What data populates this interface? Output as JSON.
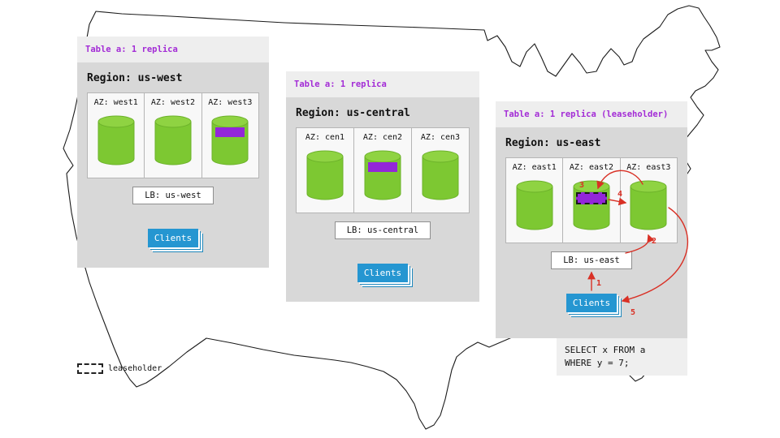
{
  "regions": [
    {
      "table_label": "Table a: 1 replica",
      "region_label": "Region: us-west",
      "azs": [
        {
          "label": "AZ: west1",
          "replica": false
        },
        {
          "label": "AZ: west2",
          "replica": false
        },
        {
          "label": "AZ: west3",
          "replica": true,
          "leaseholder": false
        }
      ],
      "lb_label": "LB: us-west",
      "clients_label": "Clients"
    },
    {
      "table_label": "Table a: 1 replica",
      "region_label": "Region: us-central",
      "azs": [
        {
          "label": "AZ: cen1",
          "replica": false
        },
        {
          "label": "AZ: cen2",
          "replica": true,
          "leaseholder": false
        },
        {
          "label": "AZ: cen3",
          "replica": false
        }
      ],
      "lb_label": "LB: us-central",
      "clients_label": "Clients"
    },
    {
      "table_label": "Table a: 1 replica (leaseholder)",
      "region_label": "Region: us-east",
      "azs": [
        {
          "label": "AZ: east1",
          "replica": false
        },
        {
          "label": "AZ: east2",
          "replica": true,
          "leaseholder": true
        },
        {
          "label": "AZ: east3",
          "replica": false
        }
      ],
      "lb_label": "LB: us-east",
      "clients_label": "Clients"
    }
  ],
  "query_box": {
    "line1": "SELECT x FROM a",
    "line2": "WHERE y = 7;"
  },
  "legend": {
    "label": "leaseholder"
  },
  "flow_steps": {
    "n1": "1",
    "n2": "2",
    "n3": "3",
    "n4": "4",
    "n5": "5"
  },
  "colors": {
    "region_bg": "#d8d8d8",
    "header_bg": "#eeeeee",
    "table_label_purple": "#a32cd6",
    "cylinder_green": "#7dc832",
    "replica_purple": "#9326d9",
    "clients_blue": "#2596d1",
    "arrow_red": "#d93025"
  }
}
